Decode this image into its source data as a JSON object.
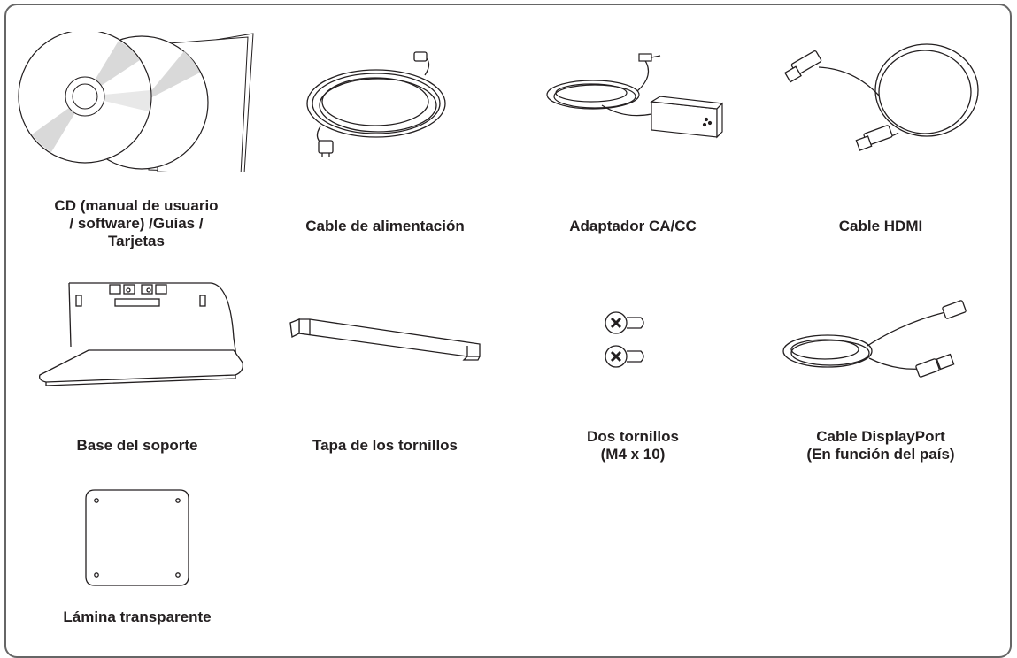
{
  "items": [
    {
      "icon": "cd-and-manuals-icon",
      "caption": [
        "CD (manual de usuario",
        "/ software) /Guías /",
        "Tarjetas"
      ]
    },
    {
      "icon": "power-cable-icon",
      "caption": [
        "Cable de alimentación"
      ]
    },
    {
      "icon": "ac-dc-adapter-icon",
      "caption": [
        "Adaptador CA/CC"
      ]
    },
    {
      "icon": "hdmi-cable-icon",
      "caption": [
        "Cable HDMI"
      ]
    },
    {
      "icon": "stand-base-icon",
      "caption": [
        "Base del soporte"
      ]
    },
    {
      "icon": "screw-cover-icon",
      "caption": [
        "Tapa de los tornillos"
      ]
    },
    {
      "icon": "screws-icon",
      "caption": [
        "Dos tornillos",
        "(M4 x 10)"
      ]
    },
    {
      "icon": "displayport-cable-icon",
      "caption": [
        "Cable DisplayPort",
        "(En función del país)"
      ]
    },
    {
      "icon": "transparent-sheet-icon",
      "caption": [
        "Lámina transparente"
      ]
    }
  ],
  "colors": {
    "line": "#231f20",
    "frame": "#666666",
    "disc_shade": "#d9d9d9"
  }
}
